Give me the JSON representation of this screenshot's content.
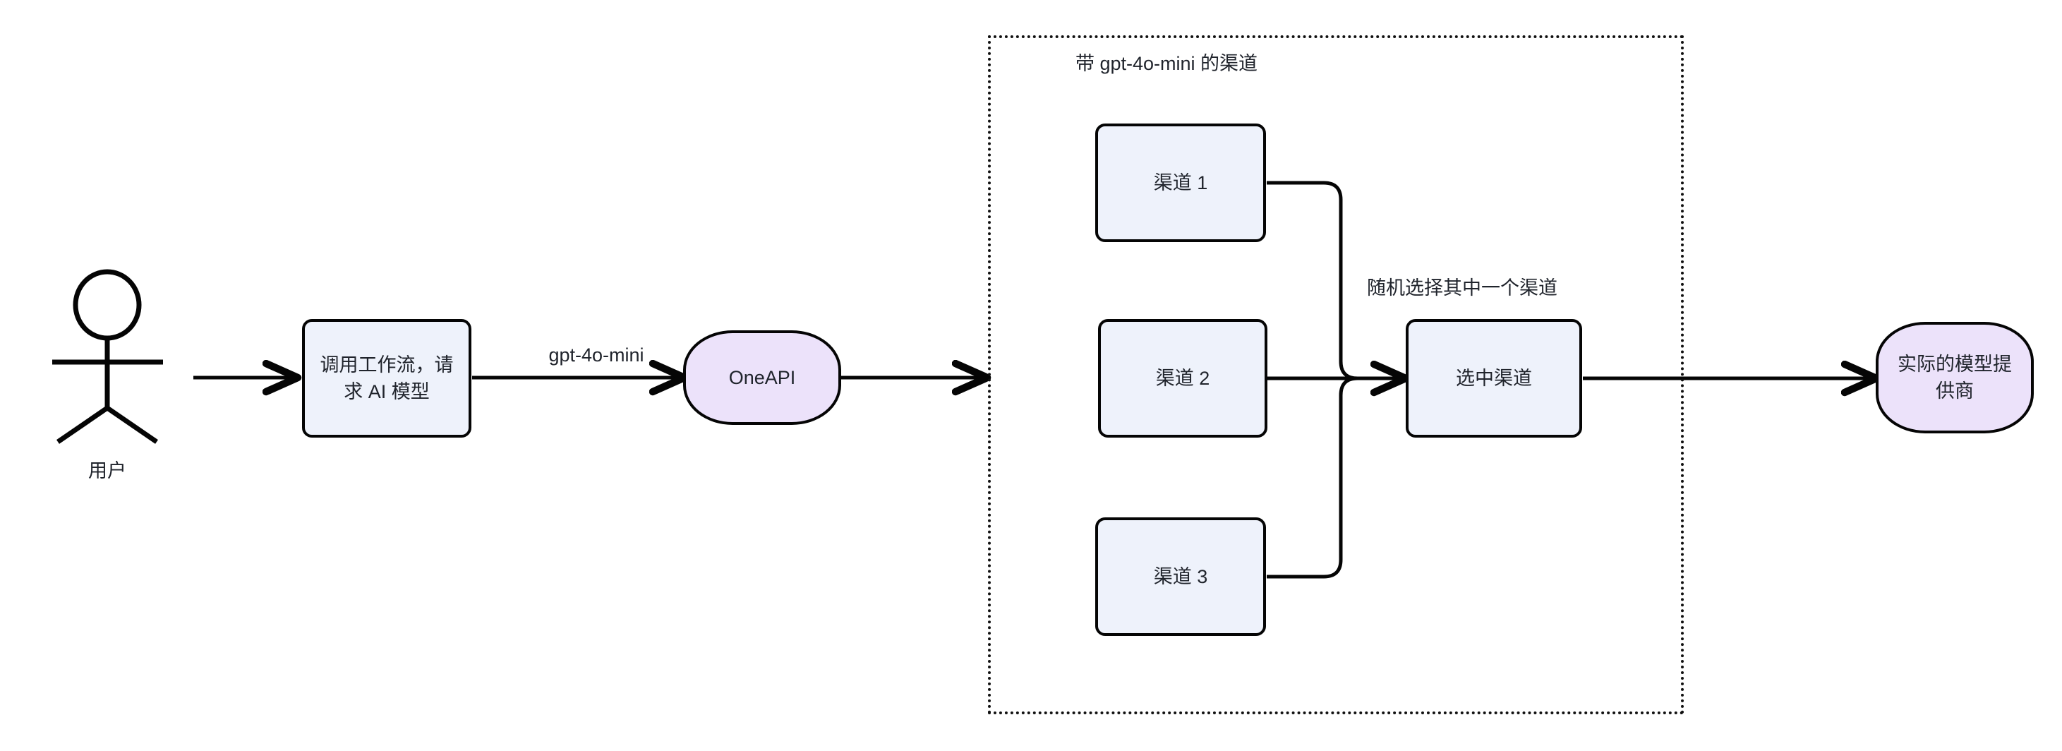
{
  "diagram": {
    "type": "flowchart",
    "direction": "left-to-right",
    "background_color": "#ffffff",
    "stroke_color": "#050505",
    "text_color": "#20242c",
    "process_fill": "#eef2fb",
    "terminal_fill": "#ece2fa"
  },
  "actor": {
    "name": "stick-figure-user",
    "label": "用户"
  },
  "nodes": {
    "workflow": {
      "label": "调用工作流，请求 AI 模型",
      "shape": "rounded-rectangle",
      "fill": "#eef2fb"
    },
    "oneapi": {
      "label": "OneAPI",
      "shape": "stadium",
      "fill": "#ece2fa"
    },
    "channel1": {
      "label": "渠道 1",
      "shape": "rounded-rectangle",
      "fill": "#eef2fb"
    },
    "channel2": {
      "label": "渠道 2",
      "shape": "rounded-rectangle",
      "fill": "#eef2fb"
    },
    "channel3": {
      "label": "渠道 3",
      "shape": "rounded-rectangle",
      "fill": "#eef2fb"
    },
    "selected": {
      "label": "选中渠道",
      "shape": "rounded-rectangle",
      "fill": "#eef2fb"
    },
    "provider": {
      "label": "实际的模型提供商",
      "shape": "stadium",
      "fill": "#ece2fa"
    }
  },
  "group": {
    "label": "带 gpt-4o-mini 的渠道",
    "border_style": "dotted"
  },
  "edges": {
    "user_to_workflow": {
      "label": ""
    },
    "workflow_to_oneapi": {
      "label": "gpt-4o-mini"
    },
    "oneapi_to_group": {
      "label": ""
    },
    "channels_to_selected": {
      "label": "随机选择其中一个渠道"
    },
    "selected_to_provider": {
      "label": ""
    }
  }
}
